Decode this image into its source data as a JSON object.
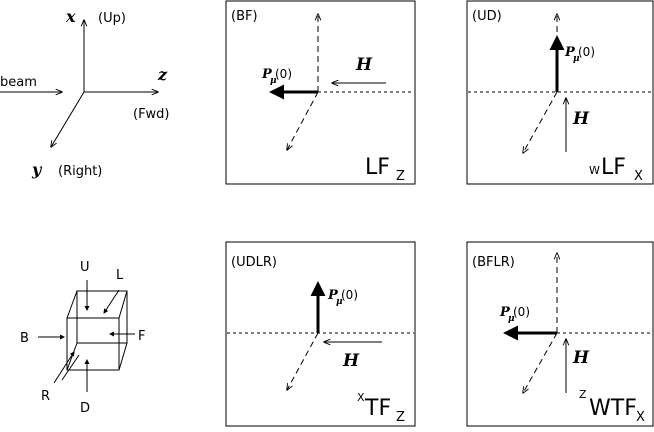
{
  "axes_legend": {
    "x_label": "x",
    "x_dir": "(Up)",
    "z_label": "z",
    "z_dir": "(Fwd)",
    "y_label": "y",
    "y_dir": "(Right)",
    "beam_label": "beam"
  },
  "cube_legend": {
    "U": "U",
    "L": "L",
    "B": "B",
    "F": "F",
    "R": "R",
    "D": "D"
  },
  "panels": [
    {
      "id": "BF",
      "tag": "(BF)",
      "field": "H",
      "pol": "P",
      "pol_sub": "μ",
      "pol_arg": "(0)",
      "cfg_pre": "",
      "cfg_main": "LF",
      "cfg_sub": "Z"
    },
    {
      "id": "UD",
      "tag": "(UD)",
      "field": "H",
      "pol": "P",
      "pol_sub": "μ",
      "pol_arg": "(0)",
      "cfg_pre": "W",
      "cfg_main": "LF",
      "cfg_sub": "X"
    },
    {
      "id": "UDLR",
      "tag": "(UDLR)",
      "field": "H",
      "pol": "P",
      "pol_sub": "μ",
      "pol_arg": "(0)",
      "cfg_pre": "X",
      "cfg_main": "TF",
      "cfg_sub": "Z"
    },
    {
      "id": "BFLR",
      "tag": "(BFLR)",
      "field": "H",
      "pol": "P",
      "pol_sub": "μ",
      "pol_arg": "(0)",
      "cfg_pre": "Z",
      "cfg_main": "WTF",
      "cfg_sub": "X"
    }
  ]
}
